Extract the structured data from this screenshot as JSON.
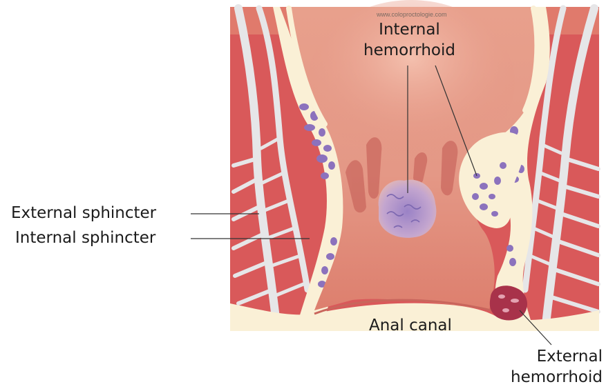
{
  "watermark": "www.coloproctologie.com",
  "labels": {
    "internal_hemorrhoid_line1": "Internal",
    "internal_hemorrhoid_line2": "hemorrhoid",
    "external_sphincter": "External sphincter",
    "internal_sphincter": "Internal sphincter",
    "anal_canal": "Anal canal",
    "external_hemorrhoid_line1": "External",
    "external_hemorrhoid_line2": "hemorrhoid"
  },
  "colors": {
    "muscle": "#d9595a",
    "lumen": "#e2907e",
    "mucosa_highlight": "#f0b8a6",
    "fat": "#faf0d6",
    "fascia": "#e6e6e8",
    "vein": "#8c72bd",
    "internal_hemorrhoid": "#a88ec8",
    "external_hemorrhoid": "#a8324a",
    "leader_line": "#333333"
  }
}
